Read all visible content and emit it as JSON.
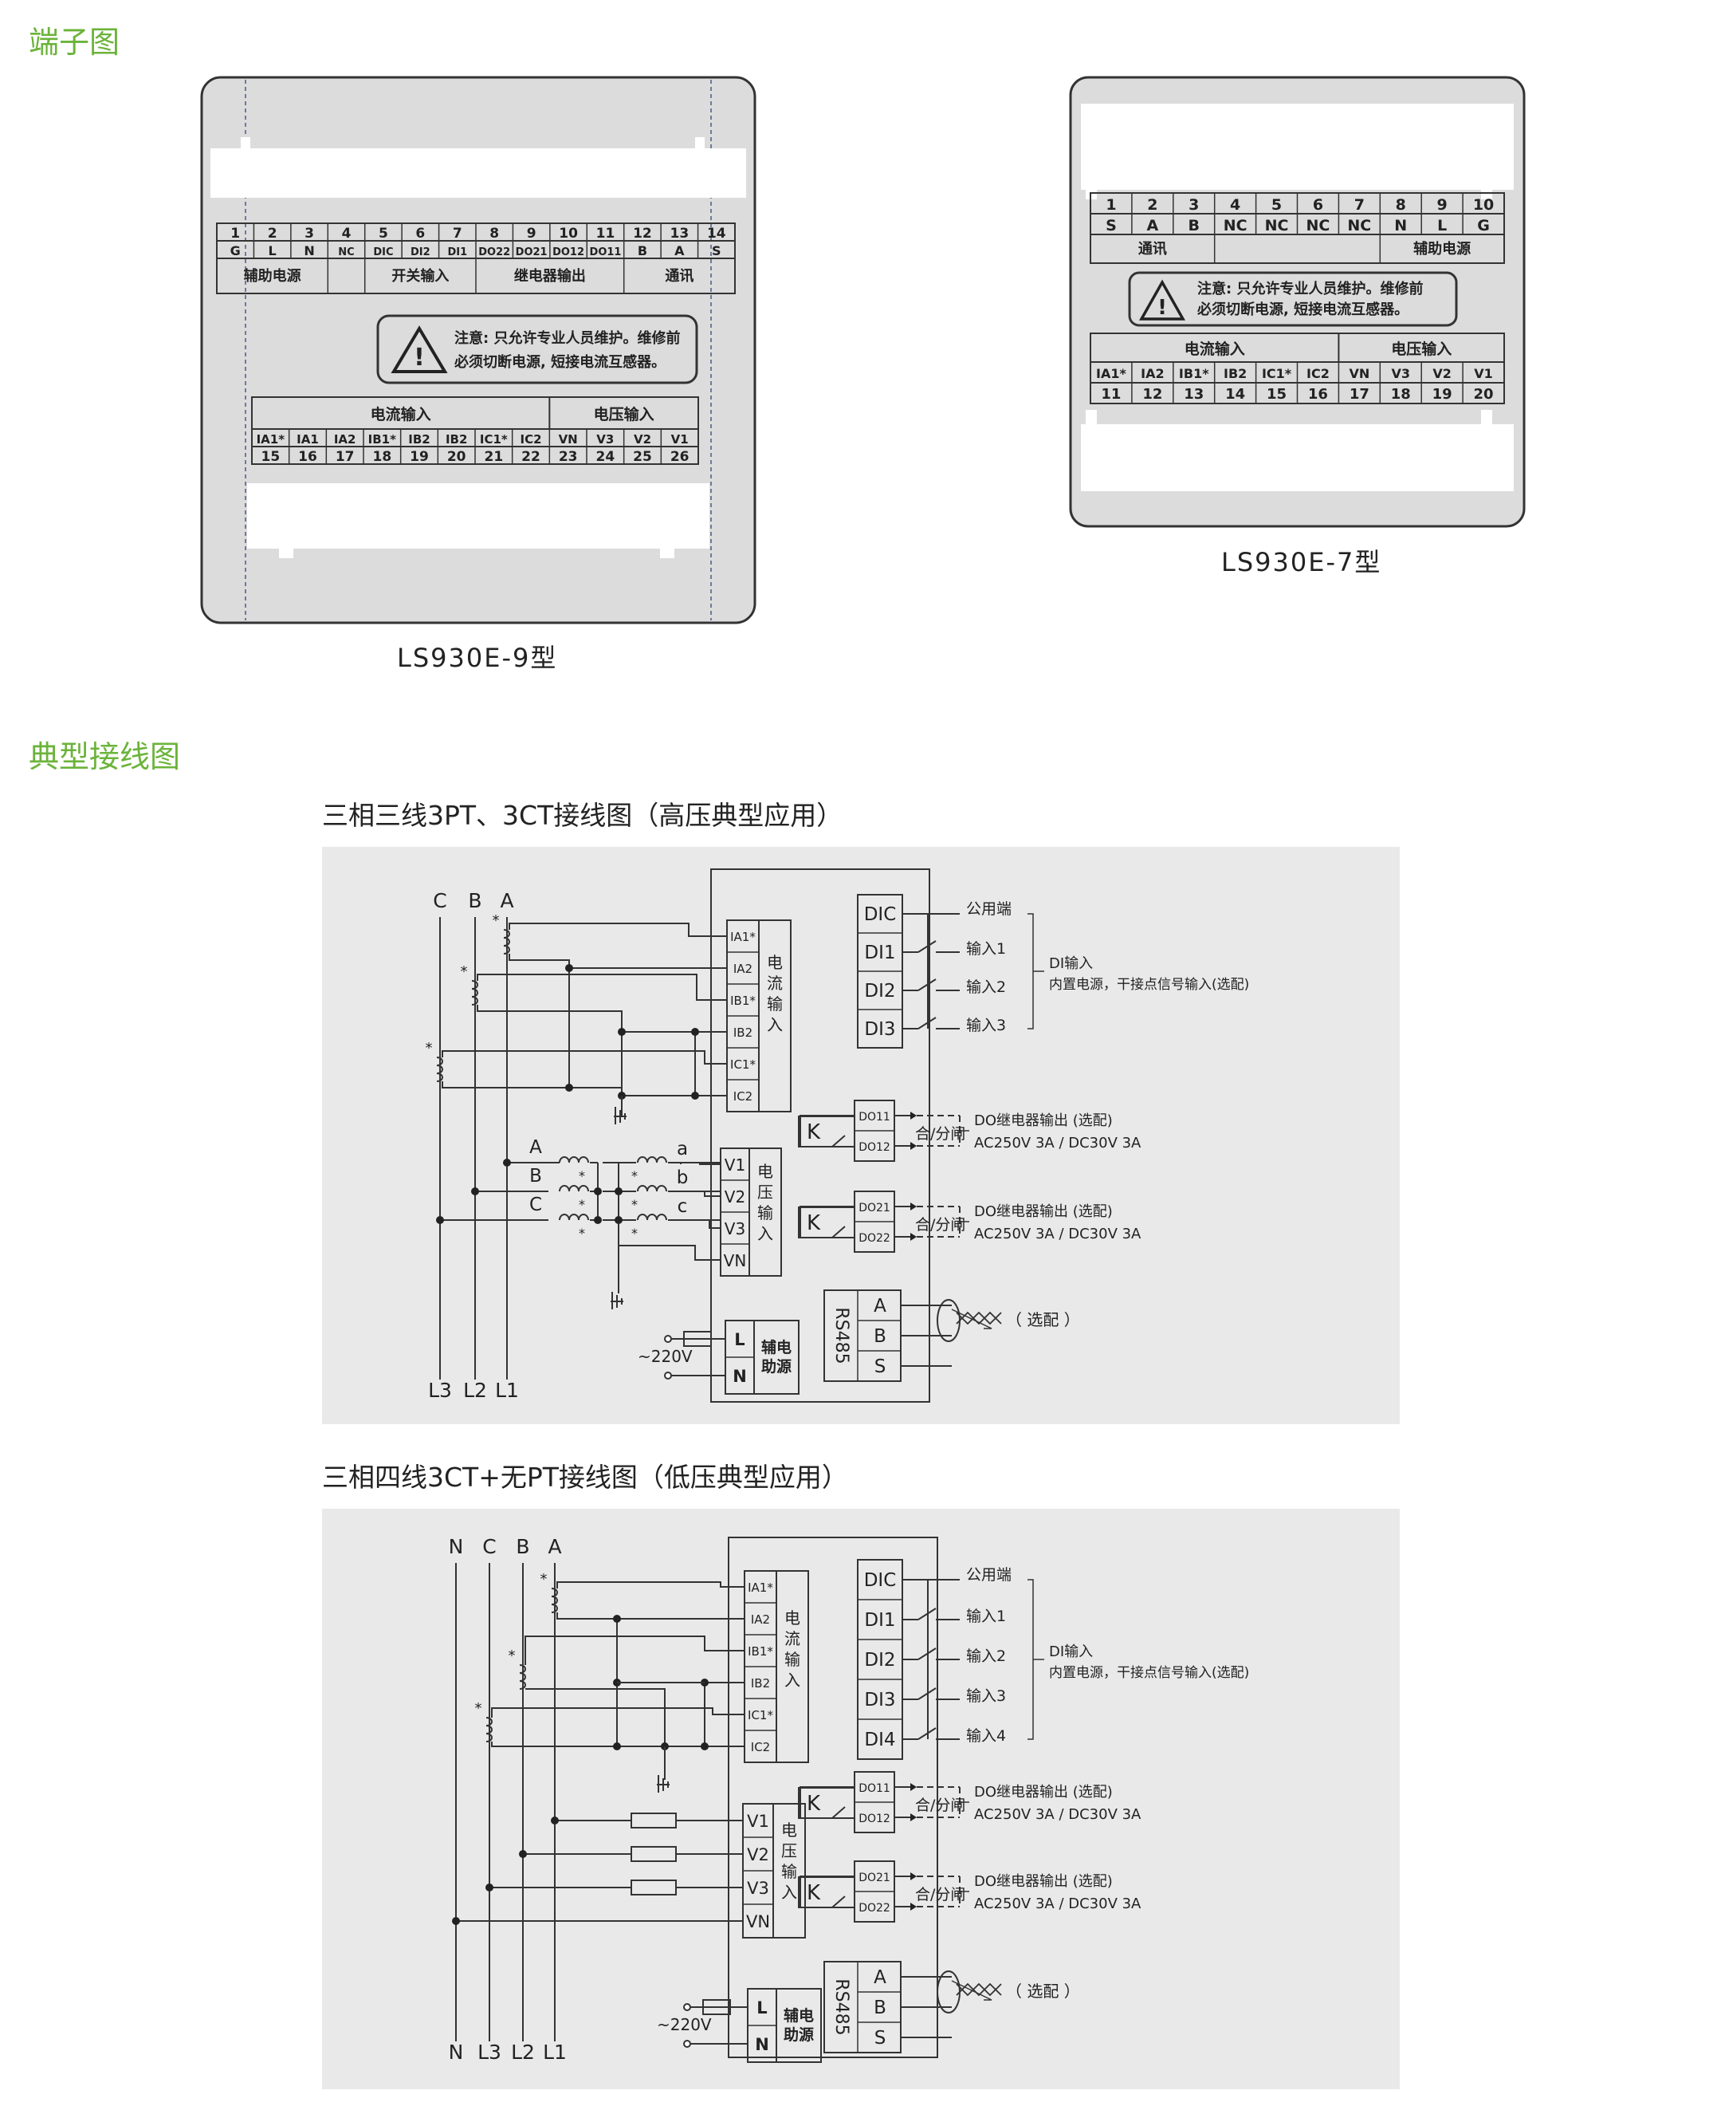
{
  "sections": {
    "terminal_title": "端子图",
    "wiring_title": "典型接线图"
  },
  "panel9": {
    "caption": "LS930E-9型",
    "top_numbers": [
      "1",
      "2",
      "3",
      "4",
      "5",
      "6",
      "7",
      "8",
      "9",
      "10",
      "11",
      "12",
      "13",
      "14"
    ],
    "top_labels": [
      "G",
      "L",
      "N",
      "NC",
      "DIC",
      "DI2",
      "DI1",
      "DO22",
      "DO21",
      "DO12",
      "DO11",
      "B",
      "A",
      "S"
    ],
    "groups": [
      "辅助电源",
      "开关输入",
      "继电器输出",
      "通讯"
    ],
    "warning_line1": "注意: 只允许专业人员维护。维修前",
    "warning_line2": "必须切断电源, 短接电流互感器。",
    "current_header": "电流输入",
    "voltage_header": "电压输入",
    "bottom_labels": [
      "IA1*",
      "IA1",
      "IA2",
      "IB1*",
      "IB2",
      "IB2",
      "IC1*",
      "IC2",
      "VN",
      "V3",
      "V2",
      "V1"
    ],
    "bottom_numbers": [
      "15",
      "16",
      "17",
      "18",
      "19",
      "20",
      "21",
      "22",
      "23",
      "24",
      "25",
      "26"
    ]
  },
  "panel7": {
    "caption": "LS930E-7型",
    "top_numbers": [
      "1",
      "2",
      "3",
      "4",
      "5",
      "6",
      "7",
      "8",
      "9",
      "10"
    ],
    "top_labels": [
      "S",
      "A",
      "B",
      "NC",
      "NC",
      "NC",
      "NC",
      "N",
      "L",
      "G"
    ],
    "comm_label": "通讯",
    "power_label": "辅助电源",
    "warning_line1": "注意: 只允许专业人员维护。维修前",
    "warning_line2": "必须切断电源, 短接电流互感器。",
    "current_header": "电流输入",
    "voltage_header": "电压输入",
    "bottom_labels": [
      "IA1*",
      "IA2",
      "IB1*",
      "IB2",
      "IC1*",
      "IC2",
      "VN",
      "V3",
      "V2",
      "V1"
    ],
    "bottom_numbers": [
      "11",
      "12",
      "13",
      "14",
      "15",
      "16",
      "17",
      "18",
      "19",
      "20"
    ]
  },
  "diagram1": {
    "title": "三相三线3PT、3CT接线图（高压典型应用）",
    "phases_top": [
      "C",
      "B",
      "A"
    ],
    "phases_bottom": [
      "L3",
      "L2",
      "L1"
    ],
    "ct_terminals": [
      "IA1*",
      "IA2",
      "IB1*",
      "IB2",
      "IC1*",
      "IC2"
    ],
    "ct_label": [
      "电",
      "流",
      "输",
      "入"
    ],
    "pt_terminals": [
      "V1",
      "V2",
      "V3",
      "VN"
    ],
    "pt_label": [
      "电",
      "压",
      "输",
      "入"
    ],
    "pt_primary": [
      "A",
      "B",
      "C"
    ],
    "pt_secondary": [
      "a",
      "b",
      "c"
    ],
    "di_terminals": [
      "DIC",
      "DI1",
      "DI2",
      "DI3"
    ],
    "di_inputs": [
      "公用端",
      "输入1",
      "输入2",
      "输入3"
    ],
    "di_title": "DI输入",
    "di_note": "内置电源，干接点信号输入(选配)",
    "do1": [
      "DO11",
      "DO12"
    ],
    "do2": [
      "DO21",
      "DO22"
    ],
    "relay_k": "K",
    "switch_label": "合/分闸",
    "do_title": "DO继电器输出 (选配)",
    "do_rating": "AC250V 3A / DC30V 3A",
    "power_terminals": [
      "L",
      "N"
    ],
    "power_label": [
      "辅电",
      "助源"
    ],
    "voltage_source": "~220V",
    "rs485_label": "RS485",
    "rs485_terminals": [
      "A",
      "B",
      "S"
    ],
    "optional": "（ 选配 ）",
    "star": "*"
  },
  "diagram2": {
    "title": "三相四线3CT+无PT接线图（低压典型应用）",
    "phases_top": [
      "N",
      "C",
      "B",
      "A"
    ],
    "phases_bottom": [
      "N",
      "L3",
      "L2",
      "L1"
    ],
    "ct_terminals": [
      "IA1*",
      "IA2",
      "IB1*",
      "IB2",
      "IC1*",
      "IC2"
    ],
    "ct_label": [
      "电",
      "流",
      "输",
      "入"
    ],
    "pt_terminals": [
      "V1",
      "V2",
      "V3",
      "VN"
    ],
    "pt_label": [
      "电",
      "压",
      "输",
      "入"
    ],
    "di_terminals": [
      "DIC",
      "DI1",
      "DI2",
      "DI3",
      "DI4"
    ],
    "di_inputs": [
      "公用端",
      "输入1",
      "输入2",
      "输入3",
      "输入4"
    ],
    "di_title": "DI输入",
    "di_note": "内置电源，干接点信号输入(选配)",
    "do1": [
      "DO11",
      "DO12"
    ],
    "do2": [
      "DO21",
      "DO22"
    ],
    "relay_k": "K",
    "switch_label": "合/分闸",
    "do_title": "DO继电器输出 (选配)",
    "do_rating": "AC250V 3A / DC30V 3A",
    "power_terminals": [
      "L",
      "N"
    ],
    "power_label": [
      "辅电",
      "助源"
    ],
    "voltage_source": "~220V",
    "rs485_label": "RS485",
    "rs485_terminals": [
      "A",
      "B",
      "S"
    ],
    "optional": "（ 选配 ）",
    "star": "*"
  },
  "colors": {
    "accent": "#6bb33a",
    "panel": "#dcdcdc",
    "diagram_bg": "#e9e9e9"
  }
}
